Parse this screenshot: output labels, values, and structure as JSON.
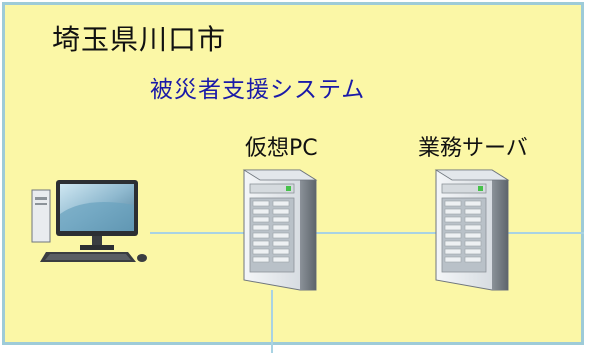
{
  "diagram": {
    "title": "埼玉県川口市",
    "subtitle": "被災者支援システム",
    "nodes": [
      {
        "id": "client",
        "label": "",
        "icon": "desktop-computer-icon"
      },
      {
        "id": "virtual_pc",
        "label": "仮想PC",
        "icon": "tower-server-icon"
      },
      {
        "id": "business_server",
        "label": "業務サーバ",
        "icon": "tower-server-icon"
      }
    ],
    "colors": {
      "background": "#fbf7a6",
      "border": "#9ecbd8",
      "subtitle": "#1a1aa8",
      "connector": "#a9d3e3"
    }
  }
}
